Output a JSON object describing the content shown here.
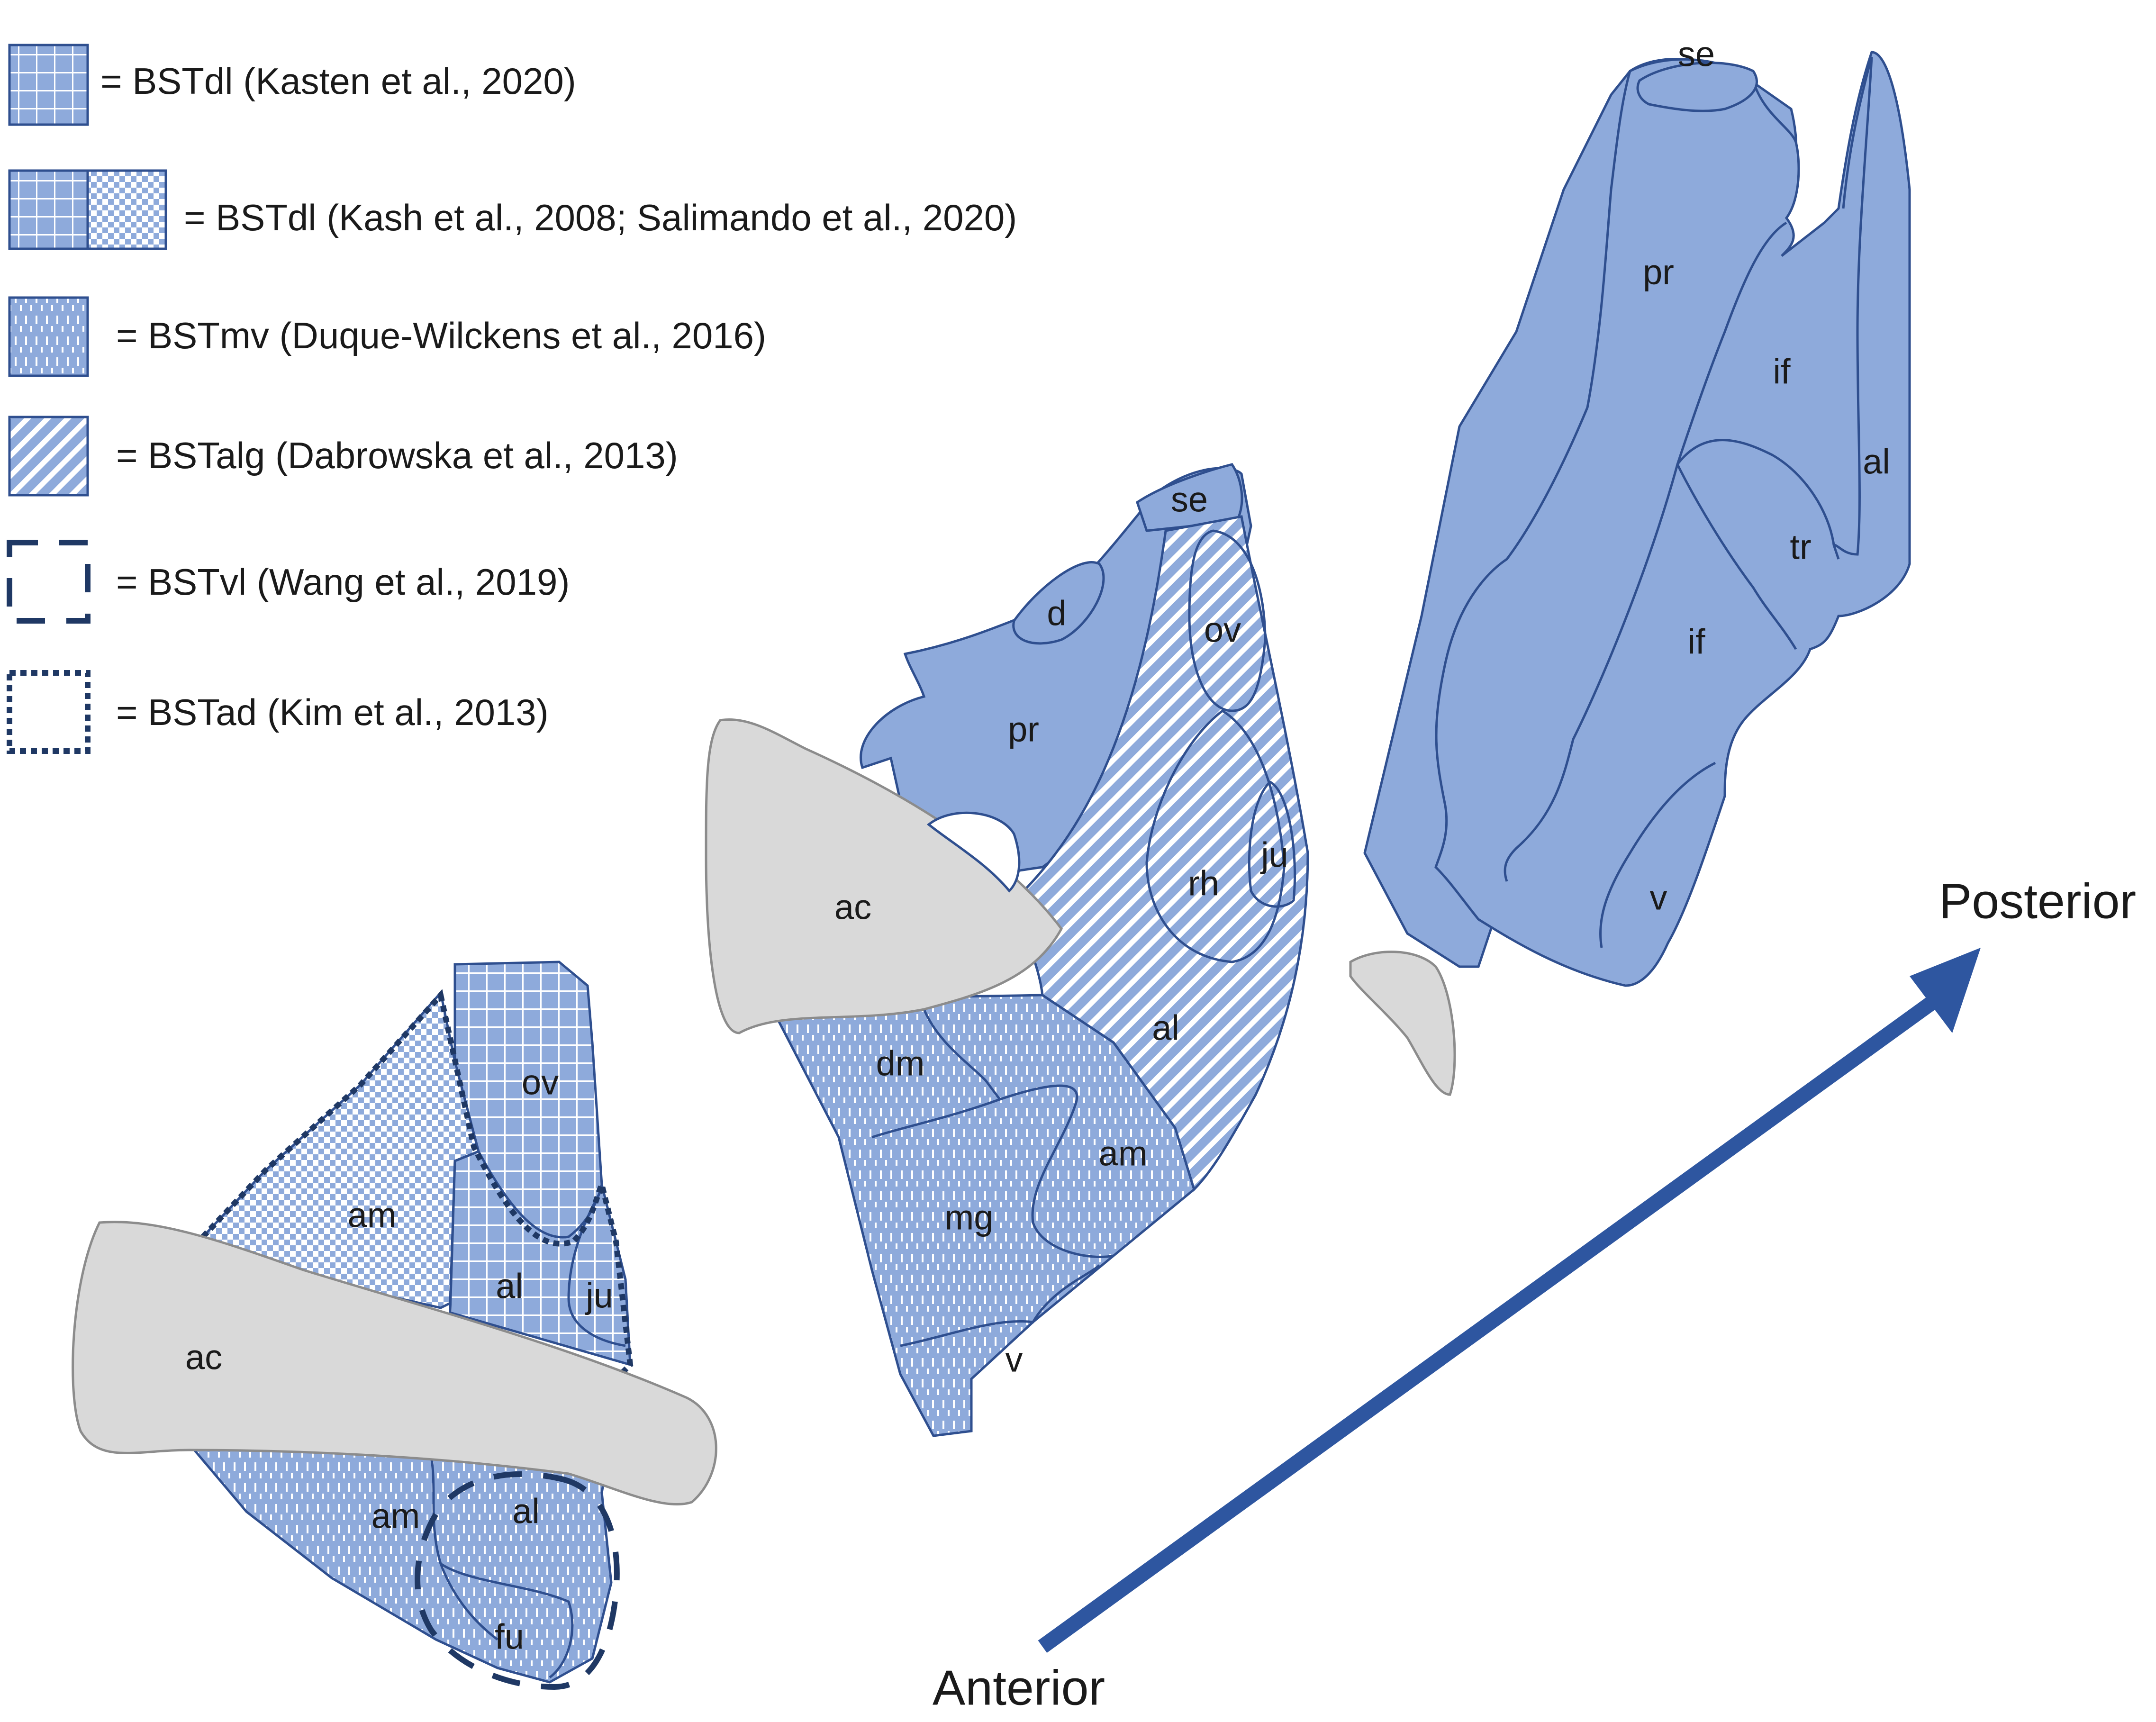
{
  "legend": [
    {
      "key": "kasten",
      "text": "= BSTdl (Kasten et al., 2020)"
    },
    {
      "key": "kash",
      "text": "= BSTdl (Kash et al., 2008; Salimando et al., 2020)"
    },
    {
      "key": "duque",
      "text": "= BSTmv (Duque-Wilckens et al., 2016)"
    },
    {
      "key": "dabrowska",
      "text": "= BSTalg (Dabrowska et al., 2013)"
    },
    {
      "key": "wang",
      "text": "= BSTvl (Wang et al., 2019)"
    },
    {
      "key": "kim",
      "text": "= BSTad (Kim et al., 2013)"
    }
  ],
  "sections": {
    "anterior": {
      "ac": "ac",
      "am_top": "am",
      "ov": "ov",
      "al_top": "al",
      "ju": "ju",
      "am_bottom": "am",
      "al_bottom": "al",
      "fu": "fu"
    },
    "middle": {
      "se": "se",
      "d": "d",
      "ov": "ov",
      "pr": "pr",
      "ac": "ac",
      "ju": "ju",
      "rh": "rh",
      "al": "al",
      "dm": "dm",
      "am": "am",
      "mg": "mg",
      "v": "v"
    },
    "posterior": {
      "se": "se",
      "pr": "pr",
      "if_top": "if",
      "al": "al",
      "tr": "tr",
      "if_bottom": "if",
      "v": "v"
    }
  },
  "axis": {
    "anterior": "Anterior",
    "posterior": "Posterior"
  },
  "colors": {
    "fill": "#8eaadb",
    "stroke": "#2f4f8f",
    "ac": "#d9d9d9",
    "arrow": "#2e56a0",
    "outline_dark": "#1f3864"
  }
}
